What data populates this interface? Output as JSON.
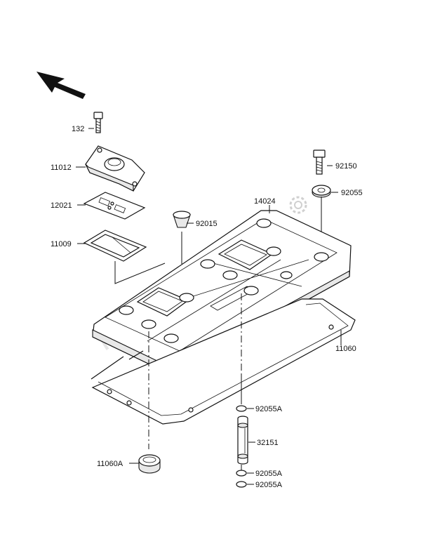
{
  "diagram": {
    "watermark": "PartsRepublik",
    "direction_arrow": "direction-arrow-icon",
    "parts": [
      {
        "id": "p132",
        "number": "132"
      },
      {
        "id": "p11012",
        "number": "11012"
      },
      {
        "id": "p12021",
        "number": "12021"
      },
      {
        "id": "p11009",
        "number": "11009"
      },
      {
        "id": "p92015",
        "number": "92015"
      },
      {
        "id": "p14024",
        "number": "14024"
      },
      {
        "id": "p92150",
        "number": "92150"
      },
      {
        "id": "p92055",
        "number": "92055"
      },
      {
        "id": "p11060",
        "number": "11060"
      },
      {
        "id": "p92055A_1",
        "number": "92055A"
      },
      {
        "id": "p32151",
        "number": "32151"
      },
      {
        "id": "p92055A_2",
        "number": "92055A"
      },
      {
        "id": "p92055A_3",
        "number": "92055A"
      },
      {
        "id": "p11060A",
        "number": "11060A"
      }
    ]
  }
}
